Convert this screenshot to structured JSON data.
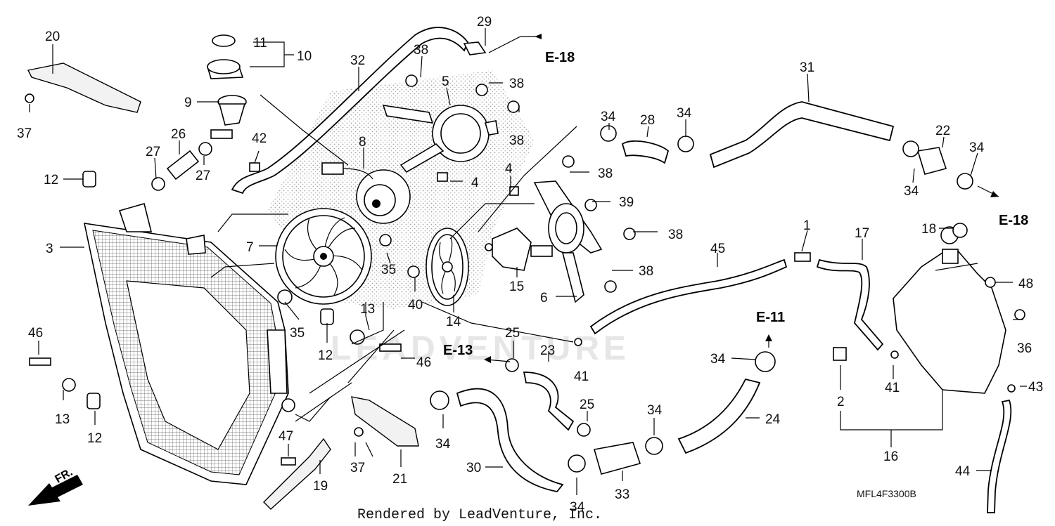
{
  "watermark": "LEADVENTURE",
  "footer": "Rendered by LeadVenture, Inc.",
  "diagram_code": "MFL4F3300B",
  "direction": "FR.",
  "refs": {
    "e18_top": "E-18",
    "e18_right": "E-18",
    "e11": "E-11",
    "e13": "E-13"
  },
  "labels": {
    "p1": "1",
    "p2": "2",
    "p3": "3",
    "p4a": "4",
    "p4b": "4",
    "p5": "5",
    "p6": "6",
    "p7": "7",
    "p8": "8",
    "p9": "9",
    "p10": "10",
    "p11": "11",
    "p12a": "12",
    "p12b": "12",
    "p12c": "12",
    "p13a": "13",
    "p13b": "13",
    "p14": "14",
    "p15": "15",
    "p16": "16",
    "p17": "17",
    "p18": "18",
    "p19": "19",
    "p20": "20",
    "p21": "21",
    "p22": "22",
    "p23": "23",
    "p24": "24",
    "p25a": "25",
    "p25b": "25",
    "p26": "26",
    "p27a": "27",
    "p27b": "27",
    "p28": "28",
    "p29": "29",
    "p30": "30",
    "p31": "31",
    "p32": "32",
    "p33": "33",
    "p34a": "34",
    "p34b": "34",
    "p34c": "34",
    "p34d": "34",
    "p34e": "34",
    "p34f": "34",
    "p34g": "34",
    "p34h": "34",
    "p35a": "35",
    "p35b": "35",
    "p36": "36",
    "p37a": "37",
    "p37b": "37",
    "p38a": "38",
    "p38b": "38",
    "p38c": "38",
    "p38d": "38",
    "p38e": "38",
    "p38f": "38",
    "p39": "39",
    "p40": "40",
    "p41a": "41",
    "p41b": "41",
    "p42": "42",
    "p43": "43",
    "p44": "44",
    "p45": "45",
    "p46a": "46",
    "p46b": "46",
    "p47": "47",
    "p48": "48"
  }
}
